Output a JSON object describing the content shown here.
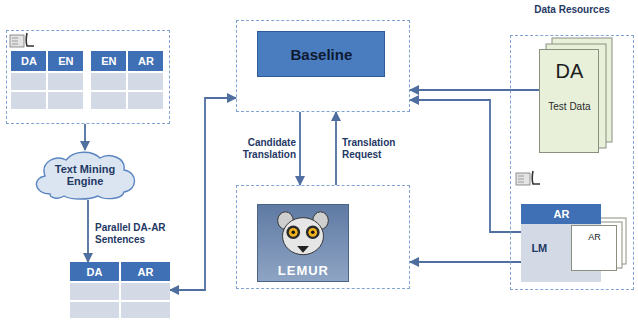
{
  "diagram": {
    "nodes": [
      {
        "text": []
      },
      {
        "text": [
          "DA",
          "EN"
        ],
        "in": 0
      },
      {
        "text": [
          "EN",
          "AR"
        ],
        "in": 0
      },
      {
        "text": [
          "Text Mining Engine"
        ]
      },
      {
        "text": [
          "DA",
          "AR"
        ]
      },
      {
        "text": []
      },
      {
        "text": [
          "Baseline"
        ],
        "in": 5
      },
      {
        "text": []
      },
      {
        "text": [
          "LEMUR"
        ],
        "in": 7
      },
      {
        "text": [
          "Data Resources"
        ]
      },
      {
        "text": [
          "DA",
          "Test Data"
        ],
        "in": 9
      },
      {
        "text": [
          "AR",
          "LM"
        ],
        "in": 9
      },
      {
        "text": [
          "AR"
        ],
        "in": 11
      }
    ],
    "edges": [
      {
        "from": 0,
        "to": 3,
        "arrow": "to"
      },
      {
        "from": 3,
        "to": 4,
        "arrow": "to",
        "label": "Parallel DA-AR Sentences"
      },
      {
        "from": 4,
        "to": 5,
        "arrow": "both"
      },
      {
        "from": 5,
        "to": 7,
        "arrow": "to",
        "label": "Candidate Translation"
      },
      {
        "from": 7,
        "to": 5,
        "arrow": "to",
        "label": "Translation Request"
      },
      {
        "from": 10,
        "to": 5,
        "arrow": "to"
      },
      {
        "from": 11,
        "to": 5,
        "arrow": "to"
      },
      {
        "from": 11,
        "to": 7,
        "arrow": "to"
      }
    ]
  }
}
